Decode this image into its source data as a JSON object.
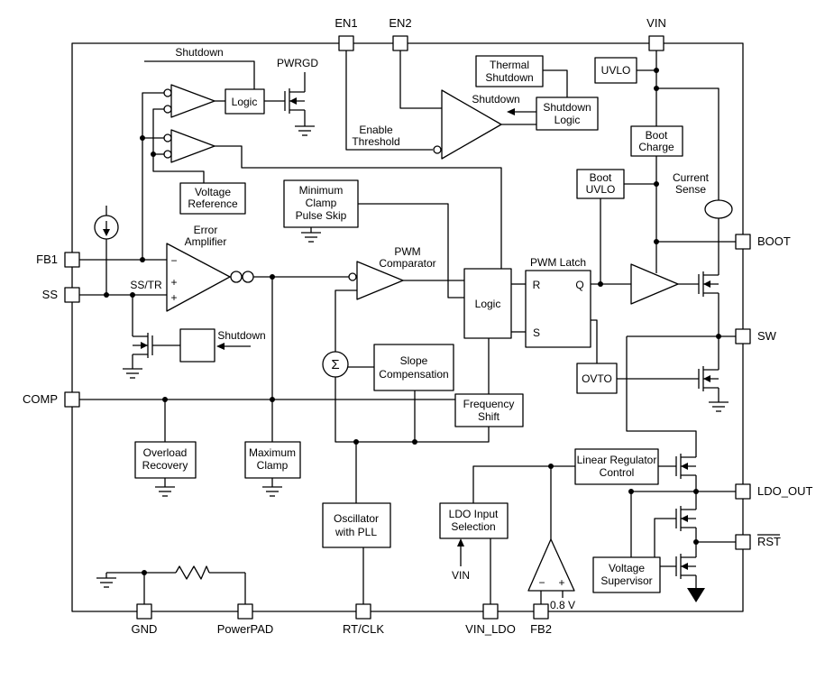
{
  "colors": {
    "line": "#000000",
    "background": "#ffffff"
  },
  "pins": {
    "en1": "EN1",
    "en2": "EN2",
    "vin": "VIN",
    "fb1": "FB1",
    "ss": "SS",
    "comp": "COMP",
    "boot": "BOOT",
    "sw": "SW",
    "ldo_out": "LDO_OUT",
    "rst": "RST",
    "gnd": "GND",
    "powerpad": "PowerPAD",
    "rt_clk": "RT/CLK",
    "vin_ldo": "VIN_LDO",
    "fb2": "FB2"
  },
  "blocks": {
    "thermal_shutdown": [
      "Thermal",
      "Shutdown"
    ],
    "uvlo": "UVLO",
    "shutdown_logic": [
      "Shutdown",
      "Logic"
    ],
    "boot_charge": [
      "Boot",
      "Charge"
    ],
    "boot_uvlo": [
      "Boot",
      "UVLO"
    ],
    "uv_logic": "Logic",
    "voltage_reference": [
      "Voltage",
      "Reference"
    ],
    "minimum_clamp": [
      "Minimum",
      "Clamp",
      "Pulse Skip"
    ],
    "pwm_logic": "Logic",
    "pwm_latch": {
      "title": "PWM Latch",
      "r": "R",
      "q": "Q",
      "s": "S"
    },
    "slope_compensation": [
      "Slope",
      "Compensation"
    ],
    "frequency_shift": [
      "Frequency",
      "Shift"
    ],
    "ovto": "OVTO",
    "overload_recovery": [
      "Overload",
      "Recovery"
    ],
    "maximum_clamp": [
      "Maximum",
      "Clamp"
    ],
    "oscillator": [
      "Oscillator",
      "with PLL"
    ],
    "ldo_input_selection": [
      "LDO Input",
      "Selection"
    ],
    "linear_regulator_control": [
      "Linear Regulator",
      "Control"
    ],
    "voltage_supervisor": [
      "Voltage",
      "Supervisor"
    ]
  },
  "labels": {
    "shutdown_top": "Shutdown",
    "pwrgd": "PWRGD",
    "enable_threshold": [
      "Enable",
      "Threshold"
    ],
    "shutdown_enable": "Shutdown",
    "current_sense": [
      "Current",
      "Sense"
    ],
    "error_amplifier": [
      "Error",
      "Amplifier"
    ],
    "ss_tr": "SS/TR",
    "shutdown_ss": "Shutdown",
    "pwm_comparator": [
      "PWM",
      "Comparator"
    ],
    "vin_internal": "VIN",
    "ldo_reference": "0.8 V",
    "sigma": "Σ",
    "minus": "−",
    "plus": "+"
  }
}
